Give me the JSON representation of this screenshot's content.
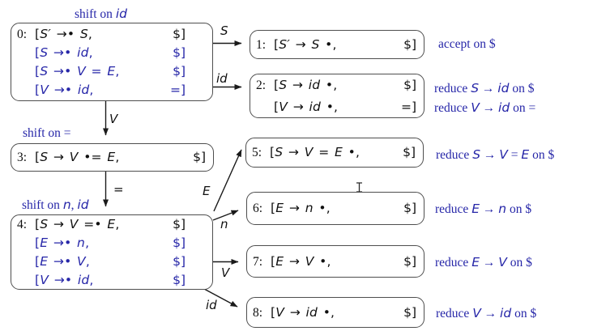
{
  "colors": {
    "item_black": "#101010",
    "item_blue": "#2626a8",
    "box_border": "#4e4e4e",
    "arrow": "#1a1a1a",
    "background": "#ffffff"
  },
  "states": [
    {
      "num": "0:",
      "shift_label": "shift on id",
      "items": [
        {
          "prod": "[S′ →• S,",
          "la": "$]"
        },
        {
          "prod": "[S →• id,",
          "la": "$]",
          "blue": true
        },
        {
          "prod": "[S →• V = E,",
          "la": "$]",
          "blue": true
        },
        {
          "prod": "[V →• id,",
          "la": "=]",
          "blue": true
        }
      ]
    },
    {
      "num": "1:",
      "items": [
        {
          "prod": "[S′ → S •,",
          "la": "$]"
        }
      ],
      "annotation": "accept on $"
    },
    {
      "num": "2:",
      "items": [
        {
          "prod": "[S → id •,",
          "la": "$]"
        },
        {
          "prod": "[V → id •,",
          "la": "=]"
        }
      ],
      "annotations": [
        "reduce S → id on $",
        "reduce V → id on ="
      ]
    },
    {
      "num": "3:",
      "shift_label": "shift on =",
      "items": [
        {
          "prod": "[S → V •= E,",
          "la": "$]"
        }
      ]
    },
    {
      "num": "4:",
      "shift_label": "shift on n, id",
      "items": [
        {
          "prod": "[S → V =• E,",
          "la": "$]"
        },
        {
          "prod": "[E →• n,",
          "la": "$]",
          "blue": true
        },
        {
          "prod": "[E →• V,",
          "la": "$]",
          "blue": true
        },
        {
          "prod": "[V →• id,",
          "la": "$]",
          "blue": true
        }
      ]
    },
    {
      "num": "5:",
      "items": [
        {
          "prod": "[S → V = E •,",
          "la": "$]"
        }
      ],
      "annotation": "reduce S → V = E on $"
    },
    {
      "num": "6:",
      "items": [
        {
          "prod": "[E → n •,",
          "la": "$]"
        }
      ],
      "annotation": "reduce E → n on $"
    },
    {
      "num": "7:",
      "items": [
        {
          "prod": "[E → V •,",
          "la": "$]"
        }
      ],
      "annotation": "reduce E → V on $"
    },
    {
      "num": "8:",
      "items": [
        {
          "prod": "[V → id •,",
          "la": "$]"
        }
      ],
      "annotation": "reduce V → id on $"
    }
  ],
  "edges": [
    {
      "label": "S",
      "from": "0",
      "to": "1"
    },
    {
      "label": "id",
      "from": "0",
      "to": "2"
    },
    {
      "label": "V",
      "from": "0",
      "to": "3"
    },
    {
      "label": "=",
      "from": "3",
      "to": "4"
    },
    {
      "label": "E",
      "from": "4",
      "to": "5"
    },
    {
      "label": "n",
      "from": "4",
      "to": "6"
    },
    {
      "label": "V",
      "from": "4",
      "to": "7"
    },
    {
      "label": "id",
      "from": "4",
      "to": "8"
    }
  ],
  "icons": {
    "cursor": "i-beam-text-cursor"
  }
}
